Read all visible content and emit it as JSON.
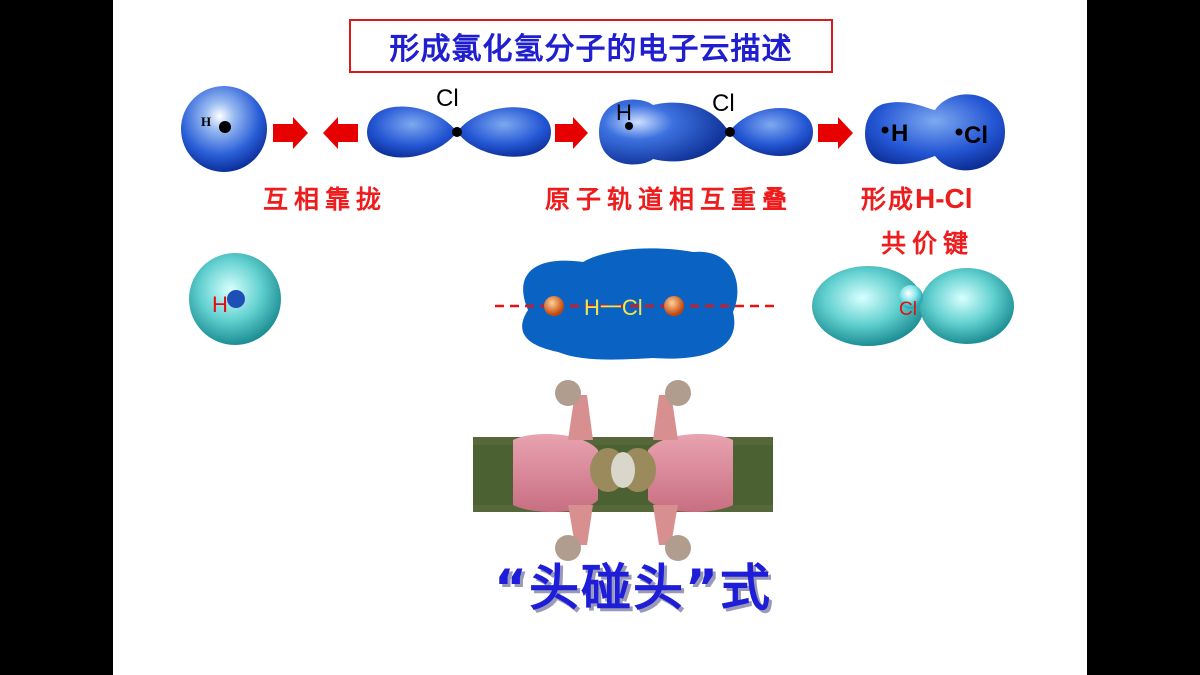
{
  "title": "形成氯化氢分子的电子云描述",
  "row1": {
    "atom_h": "H",
    "atom_cl": "Cl",
    "overlap_h": "H",
    "overlap_cl": "Cl",
    "molecule_h": "H",
    "molecule_cl": "Cl"
  },
  "labels": {
    "approach": "互相靠拢",
    "overlap": "原子轨道相互重叠",
    "form_prefix": "形成",
    "form_bond": "H-Cl",
    "covalent": "共价键"
  },
  "row2": {
    "h_sphere": "H",
    "bond_text": "H一Cl",
    "cl_label": "Cl"
  },
  "caption": "“头碰头”式",
  "colors": {
    "title_text": "#1f1fd0",
    "title_border": "#d91a1a",
    "label_red": "#ee1c1c",
    "arrow_red": "#e60000",
    "orbital_blue": "#1a4fd6",
    "cloud_blue": "#0a62c2",
    "sphere_teal": "#5fd0cf",
    "caption_blue": "#1e1ed8"
  }
}
